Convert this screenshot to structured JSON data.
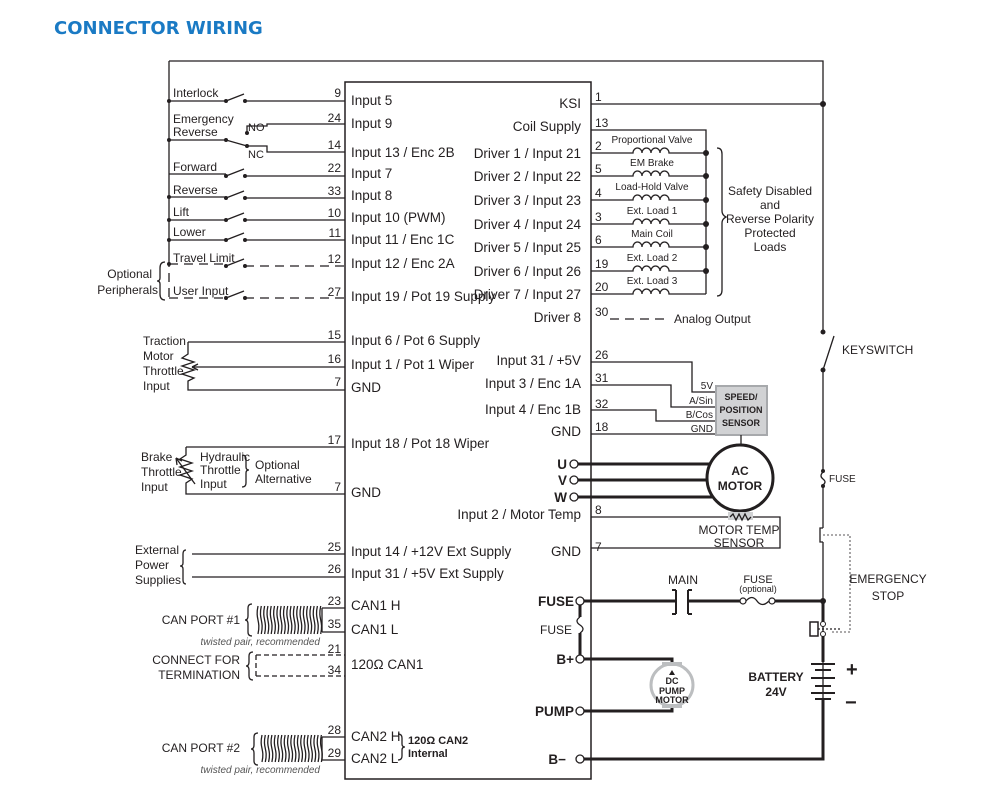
{
  "title": "CONNECTOR WIRING",
  "colors": {
    "title": "#1a7ac4",
    "line": "#231f20",
    "sensor_fill": "#d1d2d4",
    "sensor_border": "#a7a9ac"
  },
  "left_inputs": [
    {
      "label": "Interlock",
      "pin": "9",
      "function": "Input 5"
    },
    {
      "label": "Emergency",
      "label2": "Reverse",
      "pin_no": "24",
      "function_no": "Input 9",
      "no": "NO",
      "nc": "NC",
      "pin_nc": "14",
      "function_nc": "Input 13 / Enc 2B"
    },
    {
      "label": "Forward",
      "pin": "22",
      "function": "Input 7"
    },
    {
      "label": "Reverse",
      "pin": "33",
      "function": "Input 8"
    },
    {
      "label": "Lift",
      "pin": "10",
      "function": "Input 10 (PWM)"
    },
    {
      "label": "Lower",
      "pin": "11",
      "function": "Input 11 / Enc 1C"
    },
    {
      "label": "Travel Limit",
      "pin": "12",
      "function": "Input 12 / Enc 2A"
    },
    {
      "label": "User Input",
      "pin": "27",
      "function": "Input 19 / Pot 19 Supply"
    }
  ],
  "optional_peripherals": [
    "Optional",
    "Peripherals"
  ],
  "traction_throttle": {
    "label": [
      "Traction",
      "Motor",
      "Throttle",
      "Input"
    ],
    "pins": [
      {
        "pin": "15",
        "function": "Input 6 / Pot 6 Supply"
      },
      {
        "pin": "16",
        "function": "Input 1 / Pot 1 Wiper"
      },
      {
        "pin": "7",
        "function": "GND"
      }
    ]
  },
  "brake_throttle": {
    "label": [
      "Brake",
      "Throttle",
      "Input"
    ],
    "alt_label": [
      "Hydraulic",
      "Throttle",
      "Input"
    ],
    "optional": [
      "Optional",
      "Alternative"
    ],
    "pins": [
      {
        "pin": "17",
        "function": "Input 18 / Pot 18 Wiper"
      },
      {
        "pin": "7",
        "function": "GND"
      }
    ]
  },
  "external_power": {
    "label": [
      "External",
      "Power",
      "Supplies"
    ],
    "pins": [
      {
        "pin": "25",
        "function": "Input 14 / +12V Ext Supply"
      },
      {
        "pin": "26",
        "function": "Input 31 / +5V Ext Supply"
      }
    ]
  },
  "can1": {
    "label": "CAN PORT #1",
    "note": "twisted pair, recommended",
    "pins": [
      {
        "pin": "23",
        "function": "CAN1 H"
      },
      {
        "pin": "35",
        "function": "CAN1 L"
      }
    ]
  },
  "termination": {
    "label": [
      "CONNECT FOR",
      "TERMINATION"
    ],
    "pins": [
      "21",
      "34"
    ],
    "function": "120Ω CAN1"
  },
  "can2": {
    "label": "CAN PORT #2",
    "note": "twisted pair, recommended",
    "pins": [
      {
        "pin": "28",
        "function": "CAN2 H"
      },
      {
        "pin": "29",
        "function": "CAN2 L"
      }
    ],
    "internal": [
      "120Ω CAN2",
      "Internal"
    ]
  },
  "right_side": {
    "ksi": {
      "pin": "1",
      "function": "KSI"
    },
    "coil_supply": {
      "pin": "13",
      "function": "Coil Supply"
    },
    "drivers": [
      {
        "pin": "2",
        "function": "Driver 1 / Input 21",
        "load": "Proportional Valve"
      },
      {
        "pin": "5",
        "function": "Driver 2 / Input 22",
        "load": "EM Brake"
      },
      {
        "pin": "4",
        "function": "Driver 3 / Input 23",
        "load": "Load-Hold Valve"
      },
      {
        "pin": "3",
        "function": "Driver 4 / Input 24",
        "load": "Ext. Load 1"
      },
      {
        "pin": "6",
        "function": "Driver 5 / Input 25",
        "load": "Main Coil"
      },
      {
        "pin": "19",
        "function": "Driver 6 / Input 26",
        "load": "Ext. Load 2"
      },
      {
        "pin": "20",
        "function": "Driver 7 / Input 27",
        "load": "Ext. Load 3"
      }
    ],
    "loads_note": [
      "Safety Disabled",
      "and",
      "Reverse Polarity",
      "Protected",
      "Loads"
    ],
    "driver8": {
      "pin": "30",
      "function": "Driver 8",
      "note": "Analog Output"
    },
    "encoder": [
      {
        "pin": "26",
        "function": "Input 31 / +5V",
        "sensor_pin": "5V"
      },
      {
        "pin": "31",
        "function": "Input 3 / Enc 1A",
        "sensor_pin": "A/Sin"
      },
      {
        "pin": "32",
        "function": "Input 4 / Enc 1B",
        "sensor_pin": "B/Cos"
      },
      {
        "pin": "18",
        "function": "GND",
        "sensor_pin": "GND"
      }
    ],
    "sensor": [
      "SPEED/",
      "POSITION",
      "SENSOR"
    ],
    "phases": [
      "U",
      "V",
      "W"
    ],
    "motor": [
      "AC",
      "MOTOR"
    ],
    "motor_temp": {
      "pin": "8",
      "function": "Input 2 / Motor Temp",
      "gnd_pin": "7",
      "gnd": "GND",
      "label": [
        "MOTOR TEMP",
        "SENSOR"
      ]
    },
    "power": {
      "fuse": "FUSE",
      "fuse_link": "FUSE",
      "bplus": "B+",
      "pump": "PUMP",
      "bminus": "B−"
    },
    "pump_motor": [
      "DC",
      "PUMP",
      "MOTOR"
    ],
    "main": "MAIN",
    "fuse_optional": [
      "FUSE",
      "(optional)"
    ],
    "battery": [
      "BATTERY",
      "24V"
    ],
    "battery_plus": "+",
    "battery_minus": "−",
    "keyswitch": "KEYSWITCH",
    "ks_fuse": "FUSE",
    "estop": [
      "EMERGENCY",
      "STOP"
    ]
  }
}
